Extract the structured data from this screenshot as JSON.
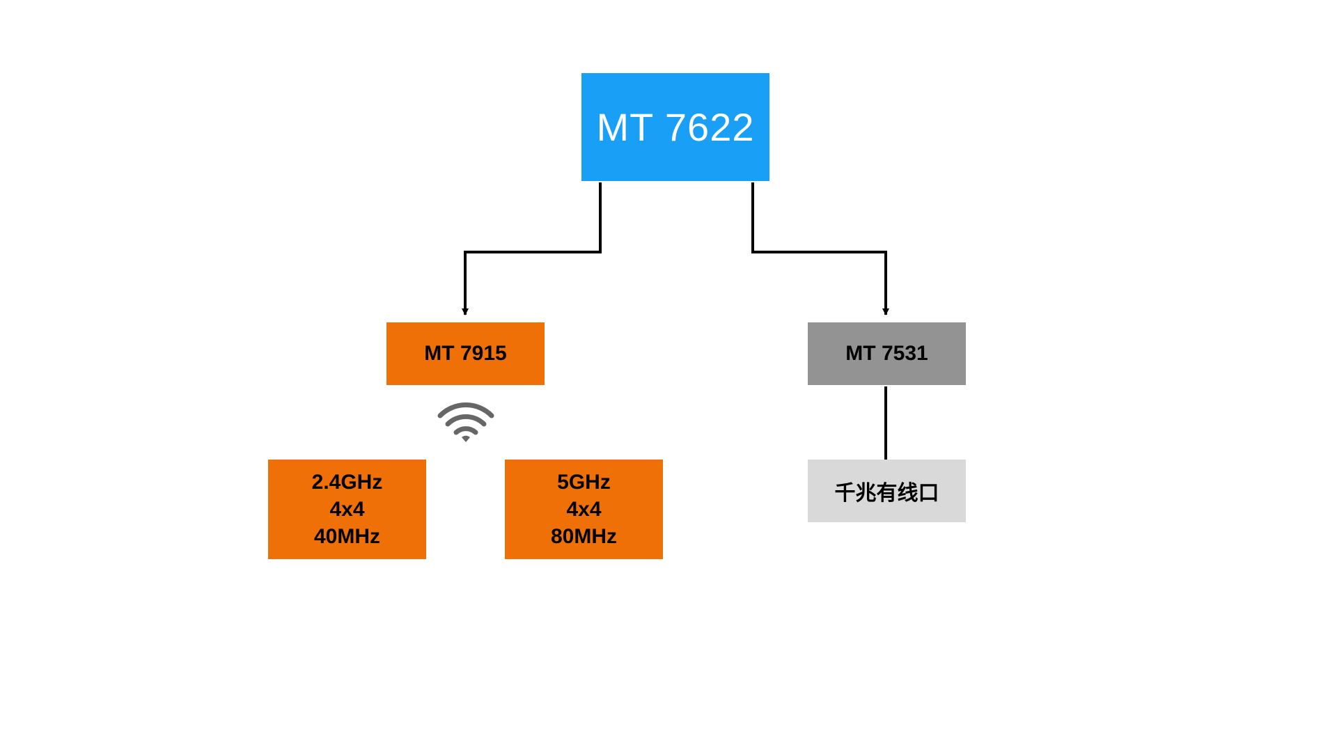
{
  "nodes": {
    "root": {
      "label": "MT 7622",
      "color": "#1a9ff7",
      "text_color": "#ffffff"
    },
    "wifi_chip": {
      "label": "MT 7915",
      "color": "#f07008",
      "text_color": "#000000"
    },
    "eth_chip": {
      "label": "MT 7531",
      "color": "#939393",
      "text_color": "#000000"
    },
    "band_24": {
      "lines": [
        "2.4GHz",
        "4x4",
        "40MHz"
      ],
      "color": "#f07008",
      "text_color": "#000000"
    },
    "band_5": {
      "lines": [
        "5GHz",
        "4x4",
        "80MHz"
      ],
      "color": "#f07008",
      "text_color": "#000000"
    },
    "gigabit_port": {
      "label": "千兆有线口",
      "color": "#d9d9d9",
      "text_color": "#000000"
    }
  },
  "icons": {
    "wifi": {
      "name": "wifi-icon",
      "color": "#666666"
    }
  },
  "connector_color": "#000000"
}
